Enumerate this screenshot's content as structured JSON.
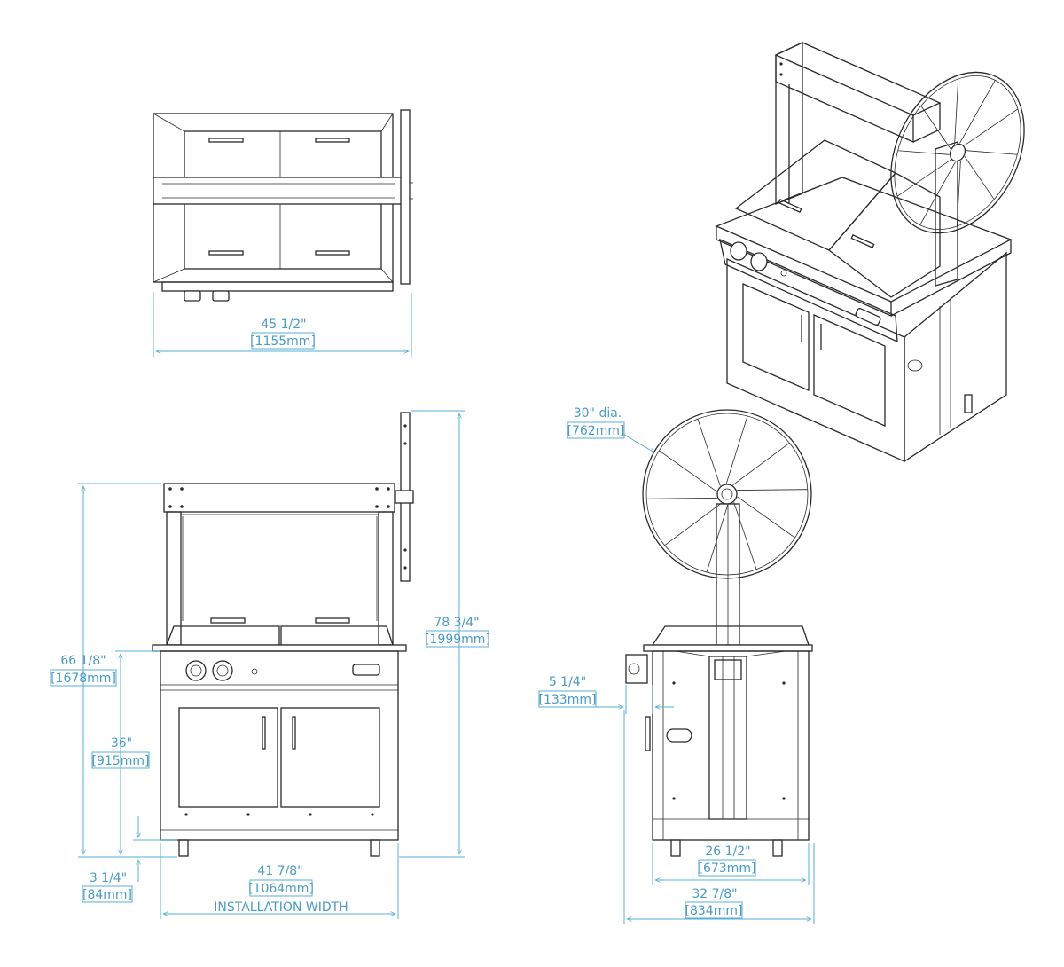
{
  "colors": {
    "line": "#2a2a2a",
    "dimension": "#5aaed6",
    "dimension_text": "#4a9bc6",
    "background": "#ffffff"
  },
  "dimensions": {
    "top_width_in": "45 1/2\"",
    "top_width_mm": "[1155mm]",
    "wheel_dia_in": "30\" dia.",
    "wheel_dia_mm": "[762mm]",
    "overall_height_in": "78 3/4\"",
    "overall_height_mm": "[1999mm]",
    "frame_height_in": "66 1/8\"",
    "frame_height_mm": "[1678mm]",
    "counter_height_in": "36\"",
    "counter_height_mm": "[915mm]",
    "leg_height_in": "3 1/4\"",
    "leg_height_mm": "[84mm]",
    "install_width_in": "41 7/8\"",
    "install_width_mm": "[1064mm]",
    "install_width_label": "INSTALLATION WIDTH",
    "side_offset_in": "5 1/4\"",
    "side_offset_mm": "[133mm]",
    "depth_in": "26 1/2\"",
    "depth_mm": "[673mm]",
    "overall_depth_in": "32 7/8\"",
    "overall_depth_mm": "[834mm]"
  }
}
